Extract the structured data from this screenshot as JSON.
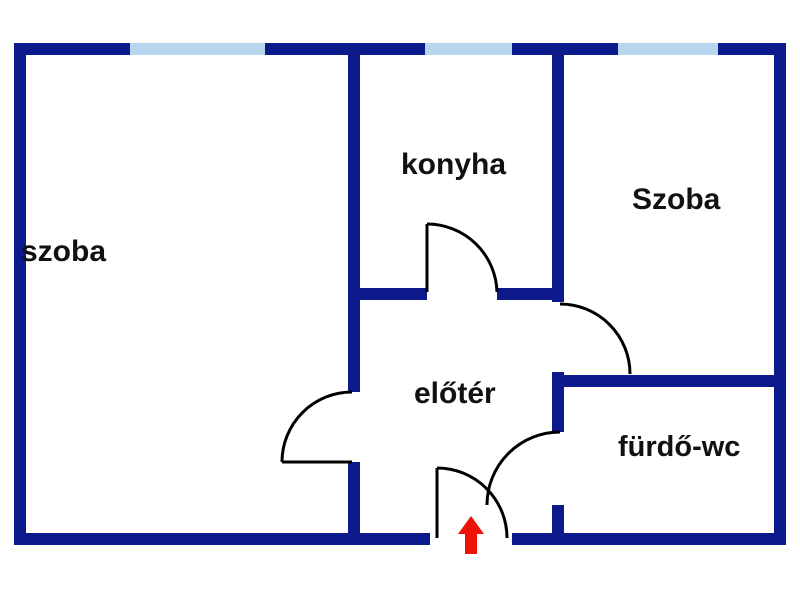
{
  "rooms": {
    "left_room": {
      "label": "szoba"
    },
    "kitchen": {
      "label": "konyha"
    },
    "right_room": {
      "label": "Szoba"
    },
    "hall": {
      "label": "előtér"
    },
    "bathroom": {
      "label": "fürdő-wc"
    }
  },
  "colors": {
    "wall": "#0d1a8c",
    "window": "#b9d6ee",
    "door": "#000000",
    "entrance_arrow": "#ee1208",
    "background": "#ffffff",
    "label_text": "#111111"
  }
}
